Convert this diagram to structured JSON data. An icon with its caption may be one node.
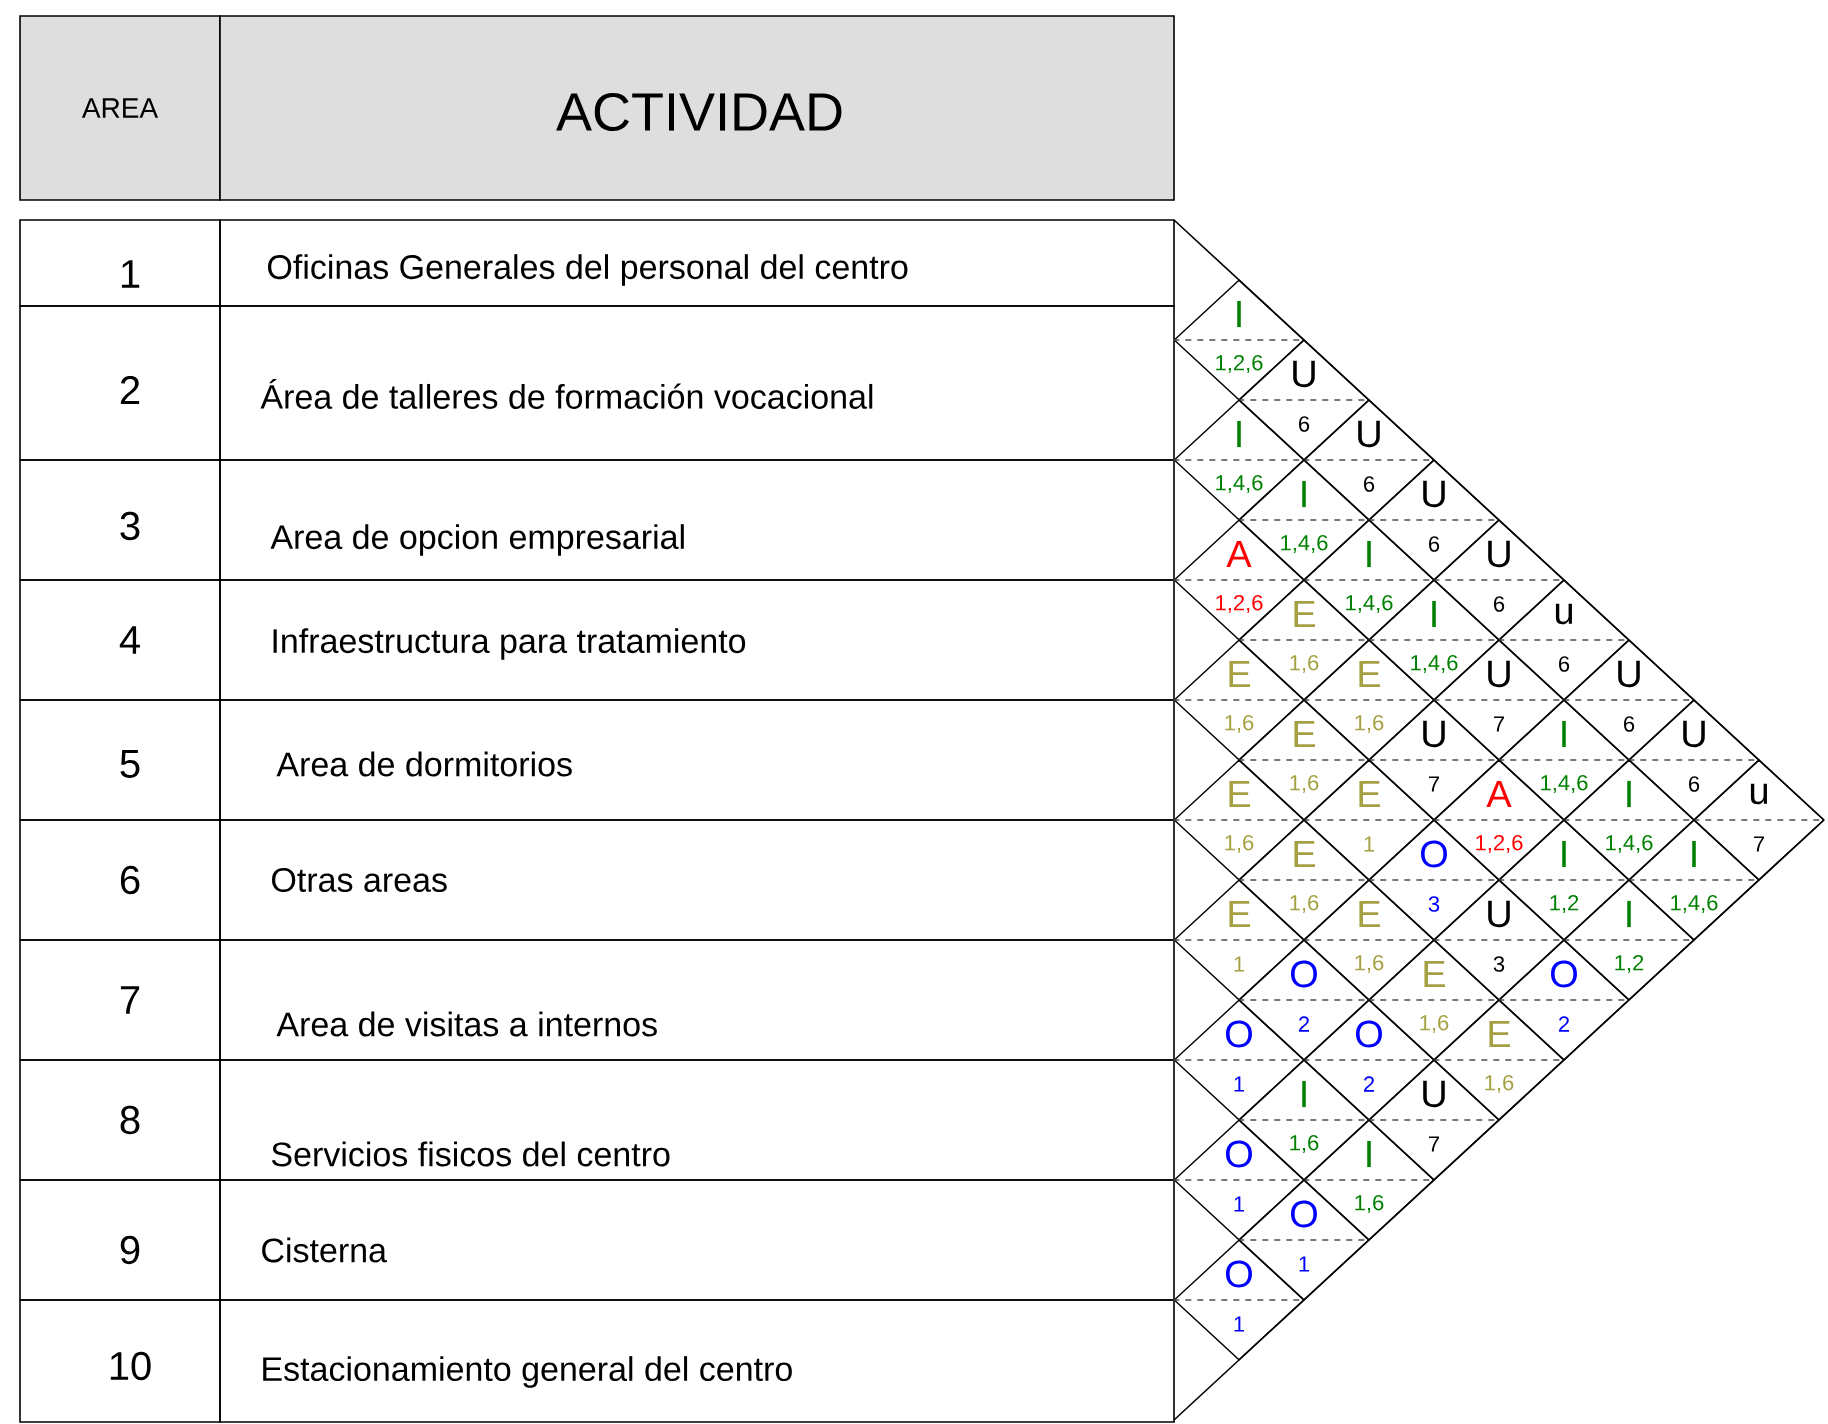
{
  "diagram": {
    "nodes": [
      {
        "text": [
          "I",
          "1,2,6"
        ]
      },
      {
        "text": [
          "U",
          "6"
        ]
      },
      {
        "text": [
          "I",
          "1,4,6"
        ]
      },
      {
        "text": [
          "U",
          "6"
        ]
      },
      {
        "text": [
          "I",
          "1,4,6"
        ]
      },
      {
        "text": [
          "U",
          "6"
        ]
      },
      {
        "text": [
          "A",
          "1,2,6"
        ]
      },
      {
        "text": [
          "I",
          "1,4,6"
        ]
      },
      {
        "text": [
          "U",
          "6"
        ]
      },
      {
        "text": [
          "E",
          "1,6"
        ]
      },
      {
        "text": [
          "I",
          "1,4,6"
        ]
      },
      {
        "text": [
          "u",
          "6"
        ]
      },
      {
        "text": [
          "E",
          "1,6"
        ]
      },
      {
        "text": [
          "E",
          "1,6"
        ]
      },
      {
        "text": [
          "U",
          "7"
        ]
      },
      {
        "text": [
          "U",
          "6"
        ]
      },
      {
        "text": [
          "E",
          "1,6"
        ]
      },
      {
        "text": [
          "U",
          "7"
        ]
      },
      {
        "text": [
          "I",
          "1,4,6"
        ]
      },
      {
        "text": [
          "U",
          "6"
        ]
      },
      {
        "text": [
          "E",
          "1,6"
        ]
      },
      {
        "text": [
          "E",
          "1"
        ]
      },
      {
        "text": [
          "A",
          "1,2,6"
        ]
      },
      {
        "text": [
          "I",
          "1,4,6"
        ]
      },
      {
        "text": [
          "u",
          "7"
        ]
      },
      {
        "text": [
          "E",
          "1,6"
        ]
      },
      {
        "text": [
          "O",
          "3"
        ]
      },
      {
        "text": [
          "I",
          "1,2"
        ]
      },
      {
        "text": [
          "I",
          "1,4,6"
        ]
      },
      {
        "text": [
          "E",
          "1"
        ]
      },
      {
        "text": [
          "E",
          "1,6"
        ]
      },
      {
        "text": [
          "U",
          "3"
        ]
      },
      {
        "text": [
          "I",
          "1,2"
        ]
      },
      {
        "text": [
          "O",
          "2"
        ]
      },
      {
        "text": [
          "E",
          "1,6"
        ]
      },
      {
        "text": [
          "O",
          "2"
        ]
      },
      {
        "text": [
          "O",
          "1"
        ]
      },
      {
        "text": [
          "O",
          "2"
        ]
      },
      {
        "text": [
          "E",
          "1,6"
        ]
      },
      {
        "text": [
          "I",
          "1,6"
        ]
      },
      {
        "text": [
          "U",
          "7"
        ]
      },
      {
        "text": [
          "O",
          "1"
        ]
      },
      {
        "text": [
          "I",
          "1,6"
        ]
      },
      {
        "text": [
          "O",
          "1"
        ]
      },
      {
        "text": [
          "O",
          "1"
        ]
      }
    ],
    "labels": [
      "AREA",
      "ACTIVIDAD",
      "1",
      "Oficinas Generales del personal del centro",
      "2",
      "Área de talleres de formación vocacional",
      "3",
      "Area de opcion empresarial",
      "4",
      "Infraestructura para tratamiento",
      "5",
      "Area de dormitorios",
      "6",
      "Otras areas",
      "7",
      "Area de visitas a internos",
      "8",
      "Servicios fisicos del centro",
      "9",
      "Cisterna",
      "10",
      "Estacionamiento general del centro"
    ]
  }
}
